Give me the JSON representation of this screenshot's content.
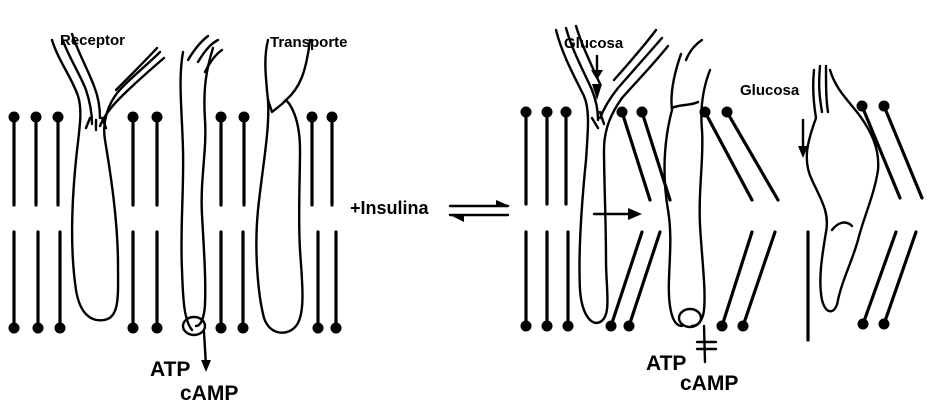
{
  "left_panel": {
    "receptor_label": "Receptor",
    "transport_label": "Transporte",
    "atp_label": "ATP",
    "camp_label": "cAMP"
  },
  "center": {
    "reaction_label": "+Insulina"
  },
  "right_panel": {
    "glucose_label_receptor": "Glucosa",
    "glucose_label_transport": "Glucosa",
    "atp_label": "ATP",
    "camp_label": "cAMP"
  }
}
